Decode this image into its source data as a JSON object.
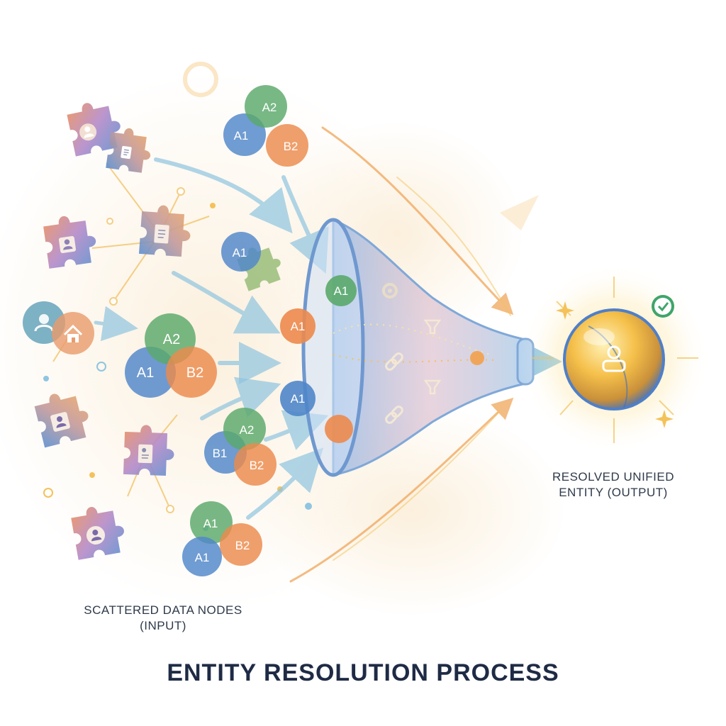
{
  "diagram": {
    "title": "ENTITY RESOLUTION PROCESS",
    "input_label_line1": "SCATTERED DATA NODES",
    "input_label_line2": "(INPUT)",
    "output_label_line1": "RESOLVED UNIFIED",
    "output_label_line2": "ENTITY (OUTPUT)",
    "node_labels": {
      "a1": "A1",
      "a2": "A2",
      "b1": "B1",
      "b2": "B2"
    }
  },
  "colors": {
    "title": "#1f2b45",
    "caption": "#2f3a4a",
    "blue": "#4f86c9",
    "green": "#5aa86a",
    "orange": "#ec8a4c",
    "gold": "#f4b63d",
    "funnel": "#7fa8d8",
    "arrow_blue": "#8fc5e0",
    "arrow_orange": "#f0a65a",
    "check": "#3fa56a"
  },
  "icons": [
    "puzzle-piece-icon",
    "user-icon",
    "document-icon",
    "home-icon",
    "gear-icon",
    "filter-icon",
    "link-icon",
    "checkmark-icon",
    "sparkle-icon"
  ]
}
